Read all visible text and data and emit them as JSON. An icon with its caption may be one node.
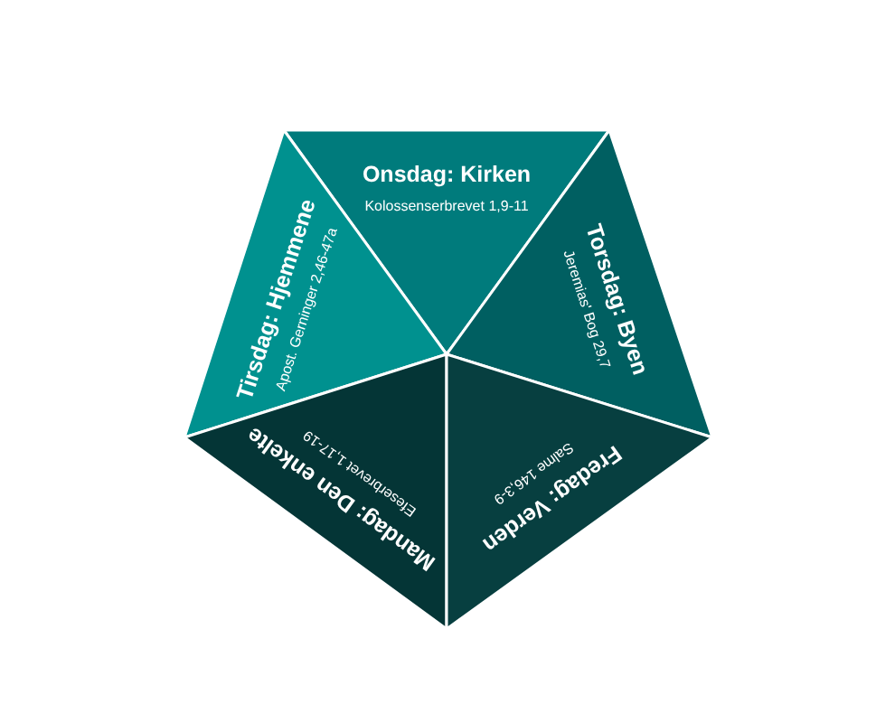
{
  "diagram": {
    "nodes": [
      {
        "text": [
          "Onsdag: Kirken",
          "Kolossenserbrevet 1,9-11"
        ]
      },
      {
        "text": [
          "Tirsdag: Hjemmene",
          "Apost. Gerninger 2,46-47a"
        ]
      },
      {
        "text": [
          "Torsdag: Byen",
          "Jeremias' Bog 29,7"
        ]
      },
      {
        "text": [
          "Mandag: Den enkelte",
          "Efeserbrevet 1,17-19"
        ]
      },
      {
        "text": [
          "Fredag: Verden",
          "Salme 146,3-9"
        ]
      }
    ]
  }
}
